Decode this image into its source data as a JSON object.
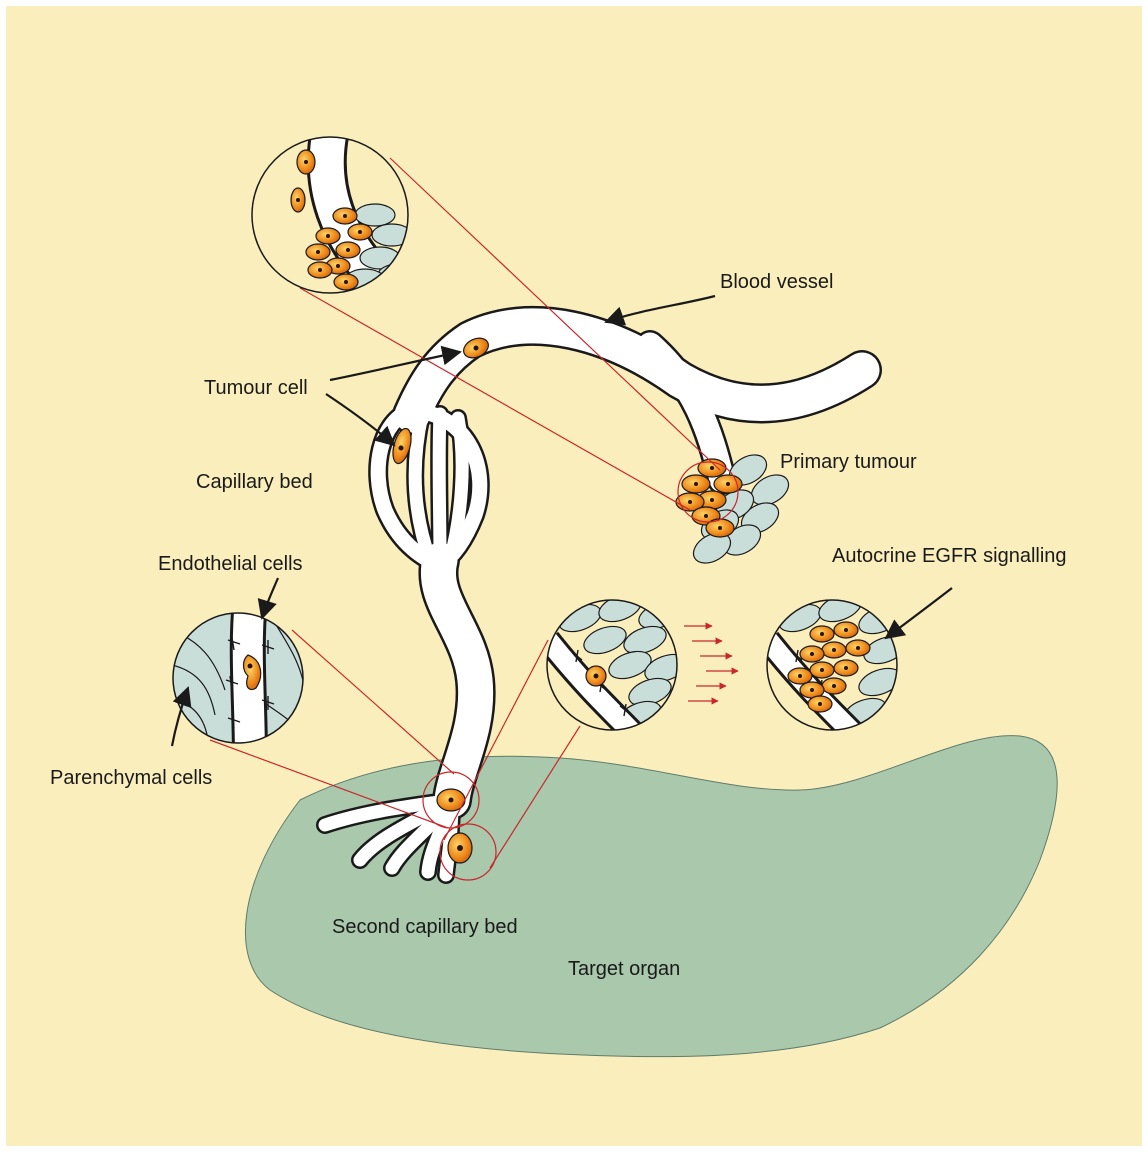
{
  "colors": {
    "background": "#fbeebd",
    "organ": "#a9c8ac",
    "vessel": "#ffffff",
    "tumour_cell": "#ef8a1a",
    "tumour_nucleus": "#2a1406",
    "parenchymal_cell": "#c9ddd9",
    "zoom_line": "#c8282c"
  },
  "labels": {
    "blood_vessel": "Blood vessel",
    "tumour_cell": "Tumour cell",
    "capillary_bed": "Capillary bed",
    "primary_tumour": "Primary tumour",
    "endothelial_cells": "Endothelial cells",
    "autocrine_egfr": "Autocrine EGFR signalling",
    "parenchymal_cells": "Parenchymal cells",
    "second_capillary_bed": "Second capillary bed",
    "target_organ": "Target organ"
  }
}
